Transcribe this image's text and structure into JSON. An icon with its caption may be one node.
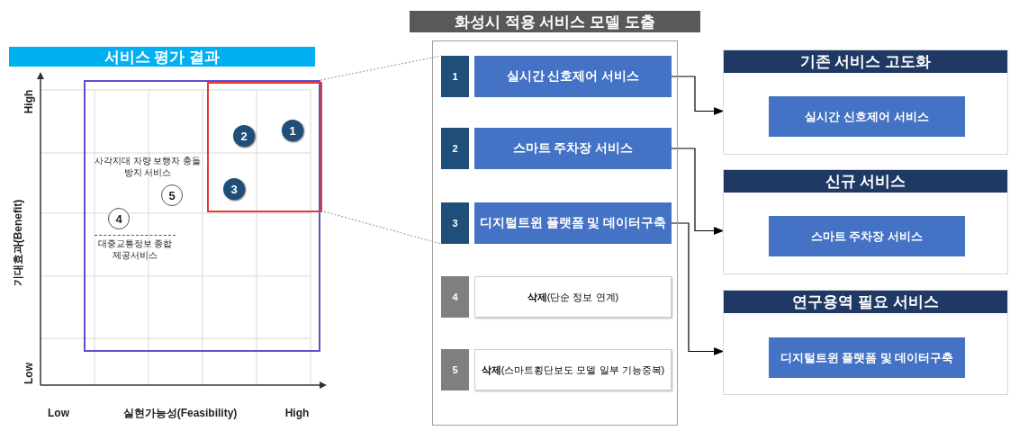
{
  "diagram": {
    "nodes": [
      {
        "text": [
          "서비스 평가 결과"
        ]
      },
      {
        "text": [],
        "shape": "box",
        "in": 0
      },
      {
        "text": [],
        "shape": "box",
        "in": 1
      },
      {
        "text": [
          "1"
        ],
        "in": 2
      },
      {
        "text": [
          "2"
        ],
        "in": 2
      },
      {
        "text": [
          "3"
        ],
        "in": 2
      },
      {
        "text": [
          "4"
        ],
        "in": 1,
        "beside": [
          "대중교통정보 종합제공서비스"
        ]
      },
      {
        "text": [
          "5"
        ],
        "in": 1,
        "beside": [
          "사각지대 차량 보행자 충돌방지 서비스"
        ]
      },
      {
        "text": [
          "화성시 적용 서비스 모델 도출"
        ]
      },
      {
        "text": [
          "1",
          "실시간 신호제어 서비스"
        ],
        "in": 8
      },
      {
        "text": [
          "2",
          "스마트 주차장 서비스"
        ],
        "in": 8
      },
      {
        "text": [
          "3",
          "디지털트윈 플랫폼 및 데이터구축"
        ],
        "in": 8
      },
      {
        "text": [
          "4",
          "**삭제**(단순 정보 연계)"
        ],
        "in": 8
      },
      {
        "text": [
          "5",
          "**삭제**(스마트횡단보도 모델 일부 기능중복)"
        ],
        "in": 8
      },
      {
        "text": [
          "기존 서비스 고도화"
        ]
      },
      {
        "text": [
          "실시간 신호제어 서비스"
        ],
        "in": 14
      },
      {
        "text": [
          "신규 서비스"
        ]
      },
      {
        "text": [
          "스마트 주차장 서비스"
        ],
        "in": 16
      },
      {
        "text": [
          "연구용역 필요 서비스"
        ]
      },
      {
        "text": [
          "디지털트윈 플랫폼 및 데이터구축"
        ],
        "in": 18
      }
    ],
    "edges": [
      {
        "from": 9,
        "to": 14,
        "arrow": "to"
      },
      {
        "from": 10,
        "to": 16,
        "arrow": "to"
      },
      {
        "from": 11,
        "to": 18,
        "arrow": "to"
      },
      {
        "from": 2,
        "to": 9,
        "arrow": "none",
        "style": "dashed",
        "color": "#a6a6a6"
      },
      {
        "from": 2,
        "to": 11,
        "arrow": "none",
        "style": "dashed",
        "color": "#a6a6a6"
      }
    ],
    "labels": [
      "High",
      "기대효과(Benefit)",
      "Low",
      "Low",
      "실현가능성(Feasibility)",
      "High"
    ]
  }
}
